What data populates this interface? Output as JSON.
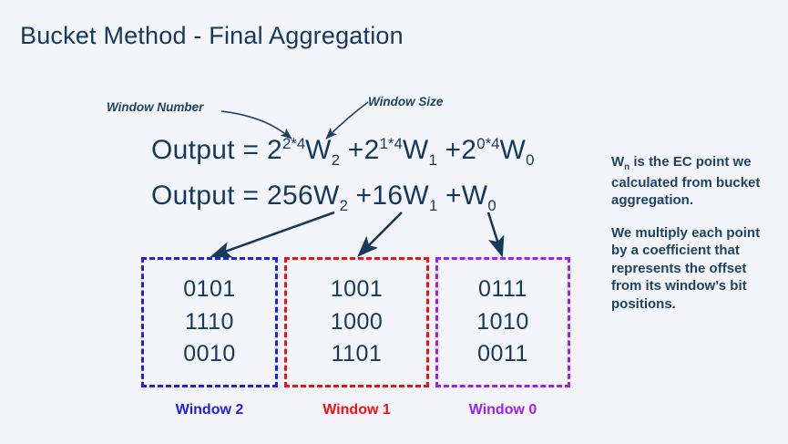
{
  "slide": {
    "title": "Bucket Method - Final Aggregation",
    "background_color": "#f4f5fa",
    "text_color": "#14395e"
  },
  "callouts": [
    {
      "id": "window-number",
      "label": "Window Number"
    },
    {
      "id": "window-size",
      "label": "Window Size"
    }
  ],
  "equations": {
    "line1": {
      "lhs": "Output",
      "eq": "=",
      "terms": [
        {
          "base": "2",
          "exponent": "2*4",
          "coefficient_var": "W",
          "subscript": "2",
          "operator": ""
        },
        {
          "base": "2",
          "exponent": "1*4",
          "coefficient_var": "W",
          "subscript": "1",
          "operator": "+"
        },
        {
          "base": "2",
          "exponent": "0*4",
          "coefficient_var": "W",
          "subscript": "0",
          "operator": "+"
        }
      ],
      "plain_text": "Output = 2^(2*4)W2 + 2^(1*4)W1 + 2^(0*4)W0"
    },
    "line2": {
      "lhs": "Output",
      "eq": "=",
      "terms": [
        {
          "coefficient": "256",
          "coefficient_var": "W",
          "subscript": "2",
          "operator": ""
        },
        {
          "coefficient": "16",
          "coefficient_var": "W",
          "subscript": "1",
          "operator": "+"
        },
        {
          "coefficient": "",
          "coefficient_var": "W",
          "subscript": "0",
          "operator": "+"
        }
      ],
      "plain_text": "Output = 256W2 + 16W1 + W0"
    }
  },
  "windows": [
    {
      "label": "Window 2",
      "color": "#2020e0",
      "bits": [
        "0101",
        "1110",
        "0010"
      ]
    },
    {
      "label": "Window 1",
      "color": "#f01010",
      "bits": [
        "1001",
        "1000",
        "1101"
      ]
    },
    {
      "label": "Window 0",
      "color": "#a020f0",
      "bits": [
        "0111",
        "1010",
        "0011"
      ]
    }
  ],
  "notes": {
    "paragraph1_prefix": "W",
    "paragraph1_subscript": "n",
    "paragraph1_rest": " is the EC point we calculated from bucket aggregation.",
    "paragraph2": "We multiply each point by a coefficient that represents the offset from its window’s bit positions."
  }
}
